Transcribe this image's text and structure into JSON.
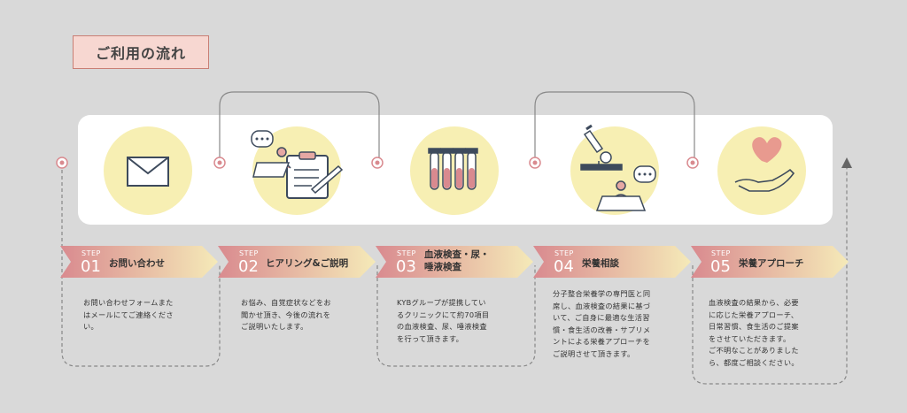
{
  "page_title": "ご利用の流れ",
  "step_word": "STEP",
  "steps": [
    {
      "num": "01",
      "title": "お問い合わせ",
      "desc": [
        "お問い合わせフォームまた",
        "はメールにてご連絡くださ",
        "い。"
      ]
    },
    {
      "num": "02",
      "title": "ヒアリング&ご説明",
      "desc": [
        "お悩み、自覚症状などをお",
        "聞かせ頂き、今後の流れを",
        "ご説明いたします。"
      ]
    },
    {
      "num": "03",
      "title": [
        "血液検査・尿・",
        "唾液検査"
      ],
      "desc": [
        "KYBグループが提携してい",
        "るクリニックにて約70項目",
        "の血液検査、尿、唾液検査",
        "を行って頂きます。"
      ]
    },
    {
      "num": "04",
      "title": "栄養相談",
      "desc": [
        "分子整合栄養学の専門医と同",
        "席し、血液検査の結果に基づ",
        "いて、ご自身に最適な生活習",
        "慣・食生活の改善・サプリメ",
        "ントによる栄養アプローチを",
        "ご説明させて頂きます。"
      ]
    },
    {
      "num": "05",
      "title": "栄養アプローチ",
      "desc": [
        "血液検査の結果から、必要",
        "に応じた栄養アプローチ、",
        "日常習慣、食生活のご提案",
        "をさせていただきます。",
        "ご不明なことがありました",
        "ら、都度ご相談ください。"
      ]
    }
  ],
  "colors": {
    "background": "#d9d9d9",
    "circle": "#f7efb3",
    "arrow_start": "#d98a8f",
    "arrow_end": "#f5eab8",
    "accent": "#c97f75"
  }
}
